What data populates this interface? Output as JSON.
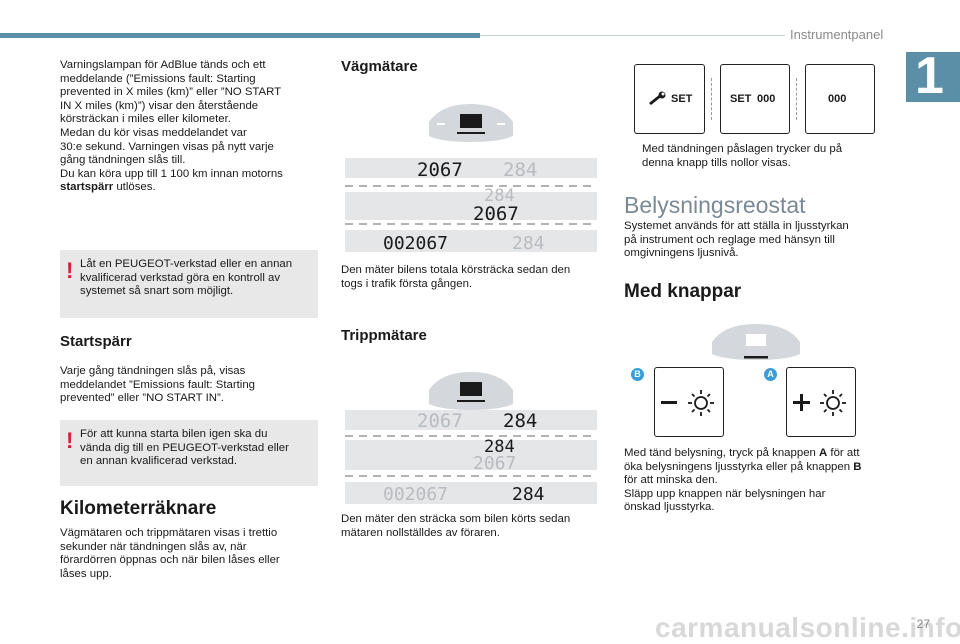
{
  "header": {
    "section": "Instrumentpanel",
    "chapter": "1"
  },
  "col1": {
    "intro_lines": [
      "Varningslampan för AdBlue tänds och ett",
      "meddelande (”Emissions fault: Starting",
      "prevented in X miles (km)” eller ”NO START",
      "IN X miles (km)”) visar den återstående",
      "körsträckan i miles eller kilometer.",
      "Medan du kör visas meddelandet var",
      "30:e sekund. Varningen visas på nytt varje",
      "gång tändningen slås till.",
      "Du kan köra upp till 1 100 km innan motorns"
    ],
    "intro_last_bold": "startspärr",
    "intro_last_rest": " utlöses.",
    "warning1": [
      "Låt en PEUGEOT-verkstad eller en annan",
      "kvalificerad verkstad göra en kontroll av",
      "systemet så snart som möjligt."
    ],
    "startsparr_title": "Startspärr",
    "startsparr_text": [
      "Varje gång tändningen slås på, visas",
      "meddelandet ”Emissions fault: Starting",
      "prevented” eller ”NO START IN”."
    ],
    "warning2": [
      "För att kunna starta bilen igen ska du",
      "vända dig till en PEUGEOT-verkstad eller",
      "en annan kvalificerad verkstad."
    ],
    "kilometer_title": "Kilometerräknare",
    "kilometer_text": [
      "Vägmätaren och trippmätaren visas i trettio",
      "sekunder när tändningen slås av, när",
      "förardörren öppnas och när bilen låses eller",
      "låses upp."
    ]
  },
  "col2": {
    "vagmatare_title": "Vägmätare",
    "odo": {
      "total": "2067",
      "trip": "284",
      "total_full": "002067"
    },
    "vagmatare_text": [
      "Den mäter bilens totala körsträcka sedan den",
      "togs i trafik första gången."
    ],
    "trippmatare_title": "Trippmätare",
    "trippmatare_text": [
      "Den mäter den sträcka som bilen körts sedan",
      "mätaren nollställdes av föraren."
    ]
  },
  "col3": {
    "set_labels": {
      "set": "SET",
      "zeros": "000"
    },
    "bullet_symbol": "",
    "bullet_lines": [
      "Med tändningen påslagen trycker du på",
      "denna knapp tills nollor visas."
    ],
    "belysning_title": "Belysningsreostat",
    "belysning_text": [
      "Systemet används för att ställa in ljusstyrkan",
      "på instrument och reglage med hänsyn till",
      "omgivningens ljusnivå."
    ],
    "knappar_title": "Med knappar",
    "badge_b": "B",
    "badge_a": "A",
    "knappar_text_1a": "Med tänd belysning, tryck på knappen ",
    "knappar_text_1b": "A",
    "knappar_text_1c": " för att",
    "knappar_text_2a": "öka belysningens ljusstyrka eller på knappen ",
    "knappar_text_2b": "B",
    "knappar_text_rest": [
      "för att minska den.",
      "Släpp upp knappen när belysningen har",
      "önskad ljusstyrka."
    ]
  },
  "footer": {
    "page": "27",
    "logo": "carmanualsonline.info"
  }
}
